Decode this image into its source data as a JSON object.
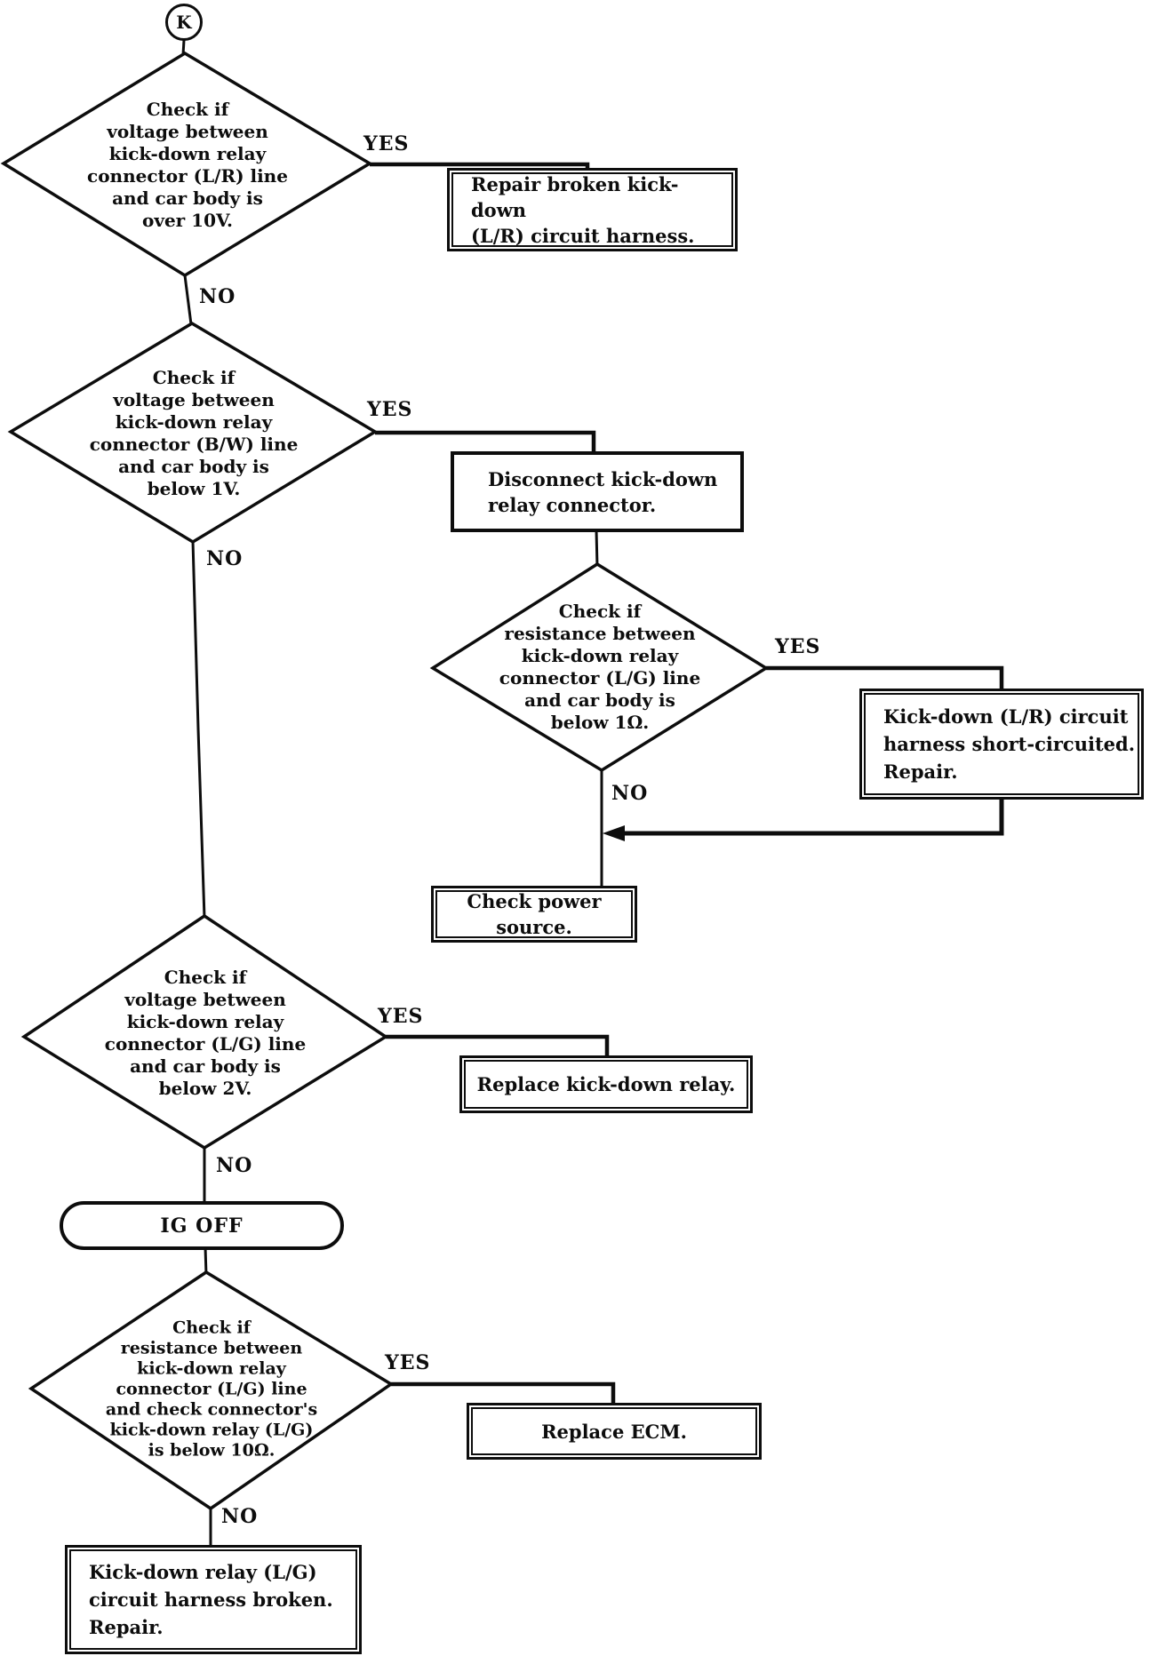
{
  "flow": {
    "entry": {
      "label": "K"
    },
    "branch": {
      "yes": "YES",
      "no": "NO"
    },
    "decisions": {
      "d1": {
        "text": "Check if\nvoltage between\nkick-down relay\nconnector (L/R) line\nand car body is\nover 10V."
      },
      "d2": {
        "text": "Check if\nvoltage between\nkick-down relay\nconnector (B/W) line\nand car body is\nbelow 1V."
      },
      "d3": {
        "text": "Check if\nresistance between\nkick-down relay\nconnector (L/G) line\nand car body is\nbelow 1Ω."
      },
      "d4": {
        "text": "Check if\nvoltage between\nkick-down relay\nconnector (L/G) line\nand car body is\nbelow 2V."
      },
      "d5": {
        "text": "Check if\nresistance between\nkick-down relay\nconnector (L/G) line\nand check connector's\nkick-down relay (L/G)\nis below 10Ω."
      }
    },
    "actions": {
      "repair_broken": {
        "text": "Repair broken kick-down\n(L/R) circuit harness."
      },
      "disconnect": {
        "text": "Disconnect kick-down\nrelay connector."
      },
      "short_circuit": {
        "text": "Kick-down (L/R) circuit\nharness short-circuited.\nRepair."
      },
      "check_power": {
        "text": "Check power source."
      },
      "replace_relay": {
        "text": "Replace kick-down relay."
      },
      "ig_off": {
        "text": "IG OFF"
      },
      "replace_ecm": {
        "text": "Replace ECM."
      },
      "harness_broken": {
        "text": "Kick-down relay (L/G)\ncircuit harness broken.\nRepair."
      }
    }
  }
}
